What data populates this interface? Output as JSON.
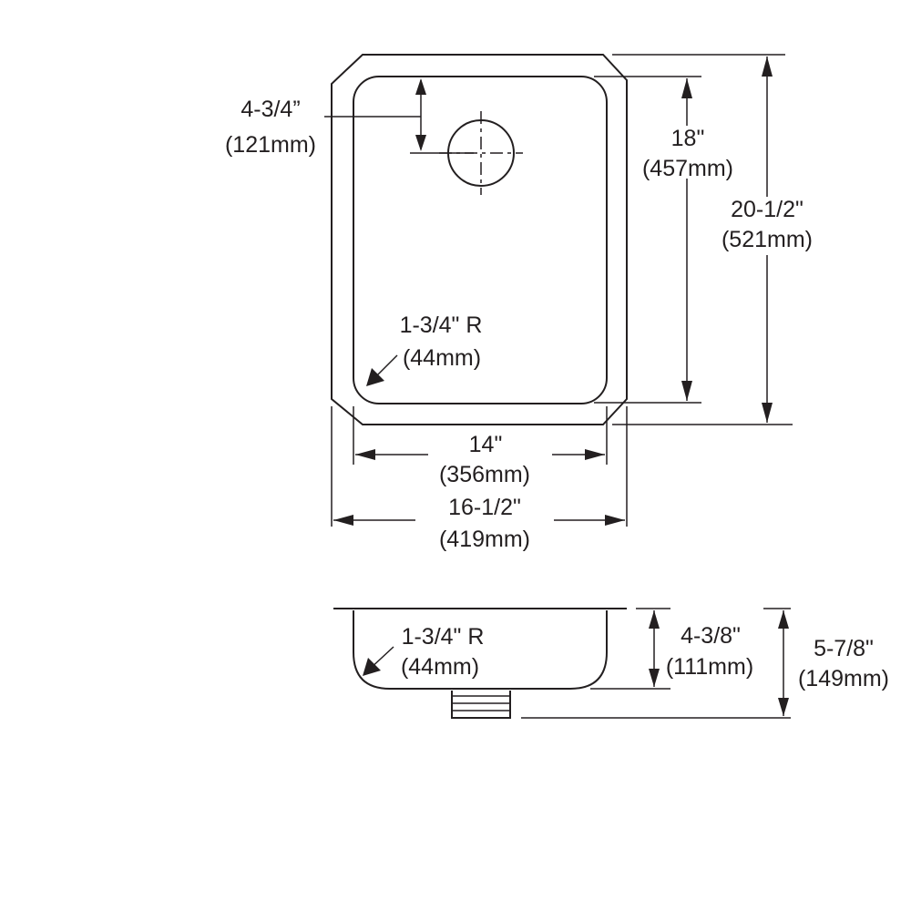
{
  "top_view": {
    "drain_offset": {
      "imperial": "4-3/4”",
      "metric": "(121mm)"
    },
    "inside_length": {
      "imperial": "18\"",
      "metric": "(457mm)"
    },
    "overall_length": {
      "imperial": "20-1/2\"",
      "metric": "(521mm)"
    },
    "corner_radius": {
      "imperial": "1-3/4\" R",
      "metric": "(44mm)"
    },
    "inside_width": {
      "imperial": "14\"",
      "metric": "(356mm)"
    },
    "overall_width": {
      "imperial": "16-1/2\"",
      "metric": "(419mm)"
    }
  },
  "side_view": {
    "corner_radius": {
      "imperial": "1-3/4\" R",
      "metric": "(44mm)"
    },
    "bowl_depth": {
      "imperial": "4-3/8\"",
      "metric": "(111mm)"
    },
    "overall_depth": {
      "imperial": "5-7/8\"",
      "metric": "(149mm)"
    }
  },
  "colors": {
    "line": "#231f20",
    "background": "#ffffff"
  }
}
